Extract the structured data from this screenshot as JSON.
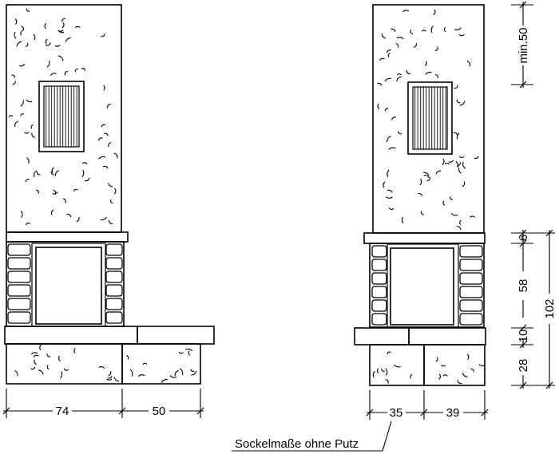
{
  "left_view": {
    "width_dims": [
      "74",
      "50"
    ]
  },
  "right_view": {
    "width_dims": [
      "35",
      "39"
    ],
    "height_dims": {
      "chimney_min": "min.50",
      "lintel": "6",
      "opening": "58",
      "sill": "10",
      "base": "28",
      "total": "102"
    }
  },
  "caption": "Sockelmaße ohne Putz"
}
